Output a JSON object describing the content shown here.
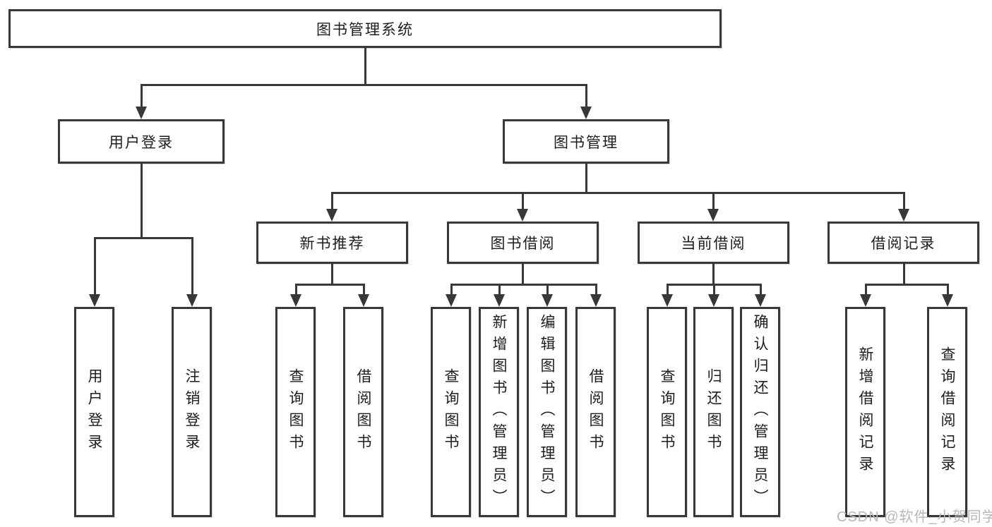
{
  "colors": {
    "line": "#383838",
    "text": "#1d1d1d",
    "watermark": "#b4b8bc"
  },
  "watermark": {
    "text": "CSDN @软件_小贺同学"
  },
  "tree": {
    "root": {
      "label": "图书管理系统"
    },
    "branches": [
      {
        "label": "用户登录",
        "children": [
          {
            "label": "用户登录"
          },
          {
            "label": "注销登录"
          }
        ]
      },
      {
        "label": "图书管理",
        "children": [
          {
            "label": "新书推荐",
            "children": [
              {
                "label": "查询图书"
              },
              {
                "label": "借阅图书"
              }
            ]
          },
          {
            "label": "图书借阅",
            "children": [
              {
                "label": "查询图书"
              },
              {
                "label": "新增图书（管理员）"
              },
              {
                "label": "编辑图书（管理员）"
              },
              {
                "label": "借阅图书"
              }
            ]
          },
          {
            "label": "当前借阅",
            "children": [
              {
                "label": "查询图书"
              },
              {
                "label": "归还图书"
              },
              {
                "label": "确认归还（管理员）"
              }
            ]
          },
          {
            "label": "借阅记录",
            "children": [
              {
                "label": "新增借阅记录"
              },
              {
                "label": "查询借阅记录"
              }
            ]
          }
        ]
      }
    ]
  }
}
